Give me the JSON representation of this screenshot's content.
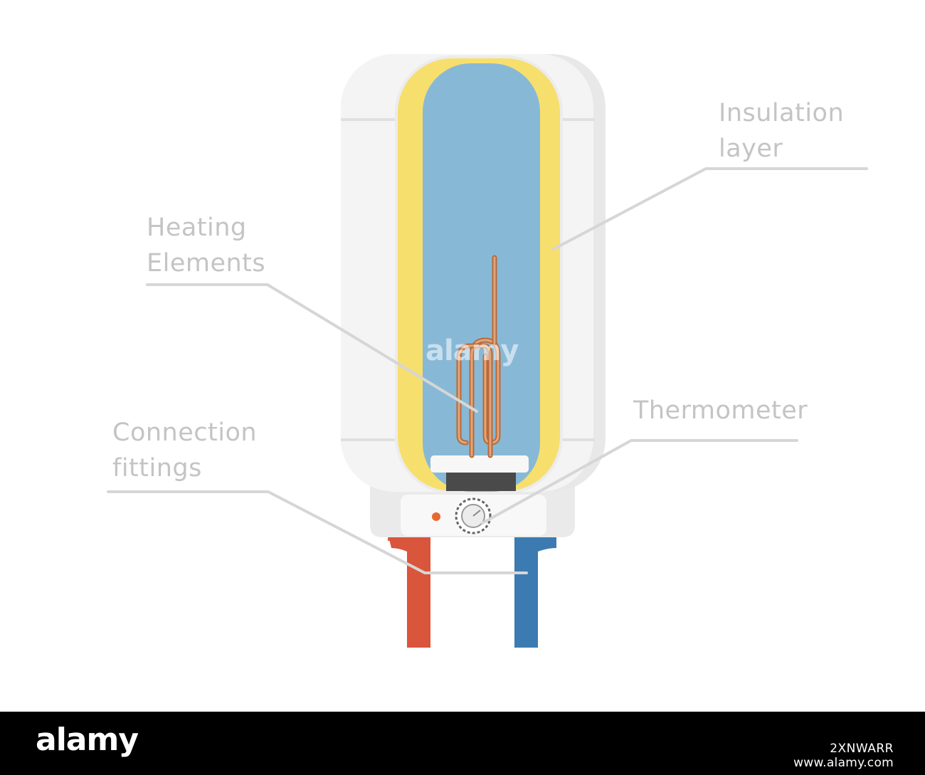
{
  "labels": {
    "insulation": [
      "Insulation",
      "layer"
    ],
    "heating": [
      "Heating",
      "Elements"
    ],
    "thermometer": [
      "Thermometer"
    ],
    "connection": [
      "Connection",
      "fittings"
    ]
  },
  "footer": {
    "logo": "alamy",
    "image_id": "2XNWARR",
    "url": "www.alamy.com"
  },
  "watermark": "alamy",
  "colors": {
    "body": "#f3f3f3",
    "insulation": "#f7df6e",
    "water": "#87b9d7",
    "copper": "#d48c57",
    "hot_pipe": "#d9553b",
    "cold_pipe": "#3c7bb1",
    "indicator": "#e8692f",
    "leader_line": "#d6d6d6"
  }
}
